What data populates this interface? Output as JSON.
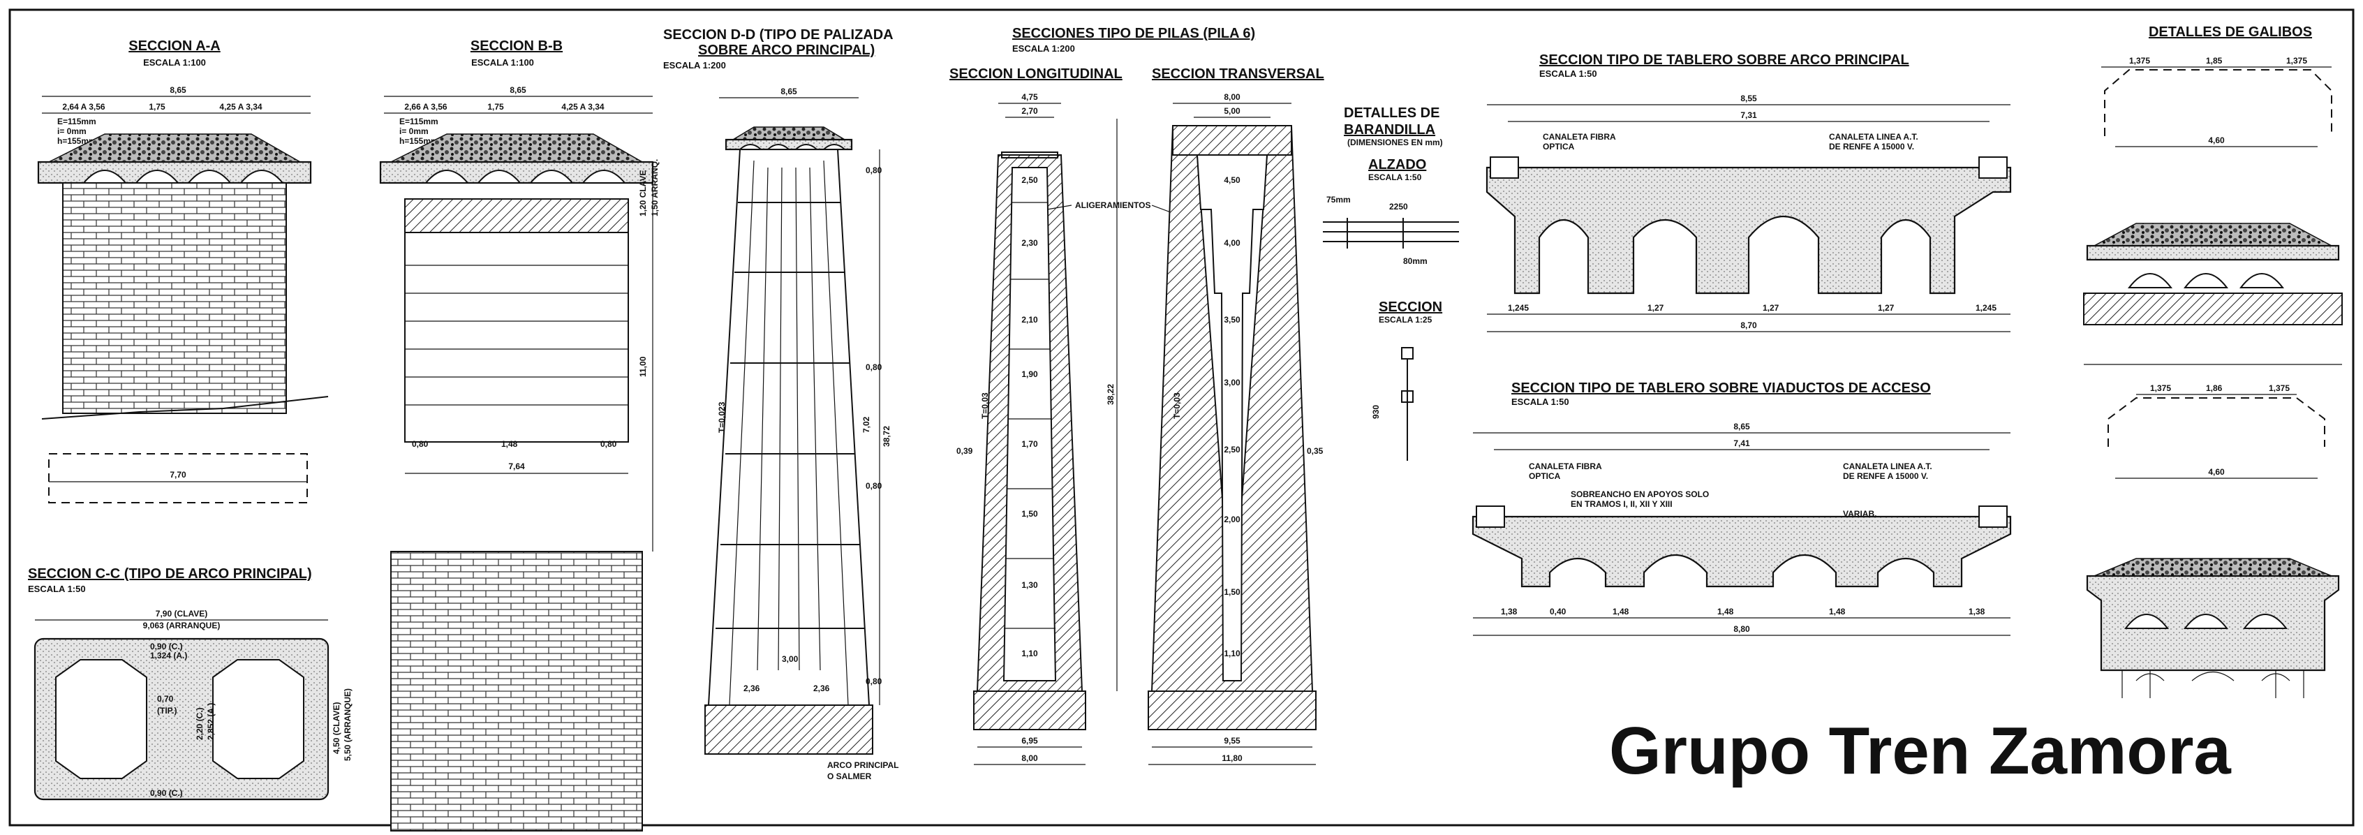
{
  "titles": {
    "sec_aa": "SECCION A-A",
    "sec_aa_scale": "ESCALA 1:100",
    "sec_bb": "SECCION B-B",
    "sec_bb_scale": "ESCALA 1:100",
    "sec_dd_1": "SECCION D-D (TIPO DE PALIZADA",
    "sec_dd_2": "SOBRE ARCO PRINCIPAL)",
    "sec_dd_scale": "ESCALA 1:200",
    "sec_cc": "SECCION C-C (TIPO DE ARCO PRINCIPAL)",
    "sec_cc_scale": "ESCALA 1:50",
    "pilas": "SECCIONES TIPO DE PILAS (PILA 6)",
    "pilas_scale": "ESCALA 1:200",
    "long": "SECCION LONGITUDINAL",
    "trans": "SECCION TRANSVERSAL",
    "baran_1": "DETALLES DE",
    "baran_2": "BARANDILLA",
    "baran_units": "(DIMENSIONES EN mm)",
    "alzado": "ALZADO",
    "alzado_scale": "ESCALA 1:50",
    "seccion": "SECCION",
    "seccion_scale": "ESCALA 1:25",
    "tablero_arco": "SECCION TIPO DE TABLERO SOBRE ARCO PRINCIPAL",
    "tablero_arco_scale": "ESCALA 1:50",
    "tablero_via": "SECCION TIPO DE TABLERO SOBRE VIADUCTOS DE ACCESO",
    "tablero_via_scale": "ESCALA 1:50",
    "galibos": "DETALLES DE GALIBOS"
  },
  "labels": {
    "aligeramientos": "ALIGERAMIENTOS",
    "canaleta_fibra_1": "CANALETA FIBRA",
    "canaleta_fibra_2": "OPTICA",
    "canaleta_linea_1": "CANALETA LINEA A.T.",
    "canaleta_linea_2": "DE RENFE A 15000 V.",
    "varias": "VARIAB.",
    "sobreancho_1": "SOBREANCHO EN APOYOS SOLO",
    "sobreancho_2": "EN TRAMOS I, II, XII Y XIII",
    "arco_principal_1": "ARCO PRINCIPAL",
    "arco_principal_2": "O SALMER",
    "clave": "7,90 (CLAVE)",
    "arranque": "9,063 (ARRANQUE)",
    "clave_arranque_1": "1,20 CLAVE",
    "clave_arranque_2": "1,50 ARRANQ.",
    "e_115": "E=115mm",
    "i_0": "i= 0mm",
    "h_155": "h=155mm",
    "t_0023": "T=0,023",
    "t_003": "T=0,03",
    "mm75": "75mm",
    "mm80": "80mm",
    "tip": "(TIP.)"
  },
  "dims": {
    "d_865": "8,65",
    "d_264": "2,64 A 3,56",
    "d_175": "1,75",
    "d_425": "4,25 A 3,34",
    "d_266": "2,66 A 3,56",
    "d_770": "7,70",
    "d_764": "7,64",
    "d_080": "0,80",
    "d_148": "1,48",
    "d_1100": "11,00",
    "d_475": "4,75",
    "d_270": "2,70",
    "d_800": "8,00",
    "d_500": "5,00",
    "d_695": "6,95",
    "d_955": "9,55",
    "d_1180": "11,80",
    "d_3822": "38,22",
    "d_3872": "38,72",
    "d_702": "7,02",
    "d_250": "2,50",
    "d_230": "2,30",
    "d_210": "2,10",
    "d_190": "1,90",
    "d_170": "1,70",
    "d_150": "1,50",
    "d_130": "1,30",
    "d_110": "1,10",
    "d_450": "4,50",
    "d_400": "4,00",
    "d_350": "3,50",
    "d_300": "3,00",
    "d_200": "2,00",
    "d_236": "2,36",
    "d_855": "8,55",
    "d_731": "7,31",
    "d_870": "8,70",
    "d_1245": "1,245",
    "d_127": "1,27",
    "d_741": "7,41",
    "d_880": "8,80",
    "d_138": "1,38",
    "d_040": "0,40",
    "d_1375": "1,375",
    "d_185": "1,85",
    "d_186": "1,86",
    "d_460": "4,60",
    "d_2250": "2250",
    "d_930": "930",
    "d_035": "0,35",
    "d_039": "0,39",
    "d_070": "0,70",
    "d_220": "2,20 (C.)",
    "d_2852": "2,852 (A.)",
    "d_090": "0,90 (C.)",
    "d_1324": "1,324 (A.)",
    "d_450c": "4,50 (CLAVE)",
    "d_550a": "5,50 (ARRANQUE)"
  },
  "watermark": "Grupo Tren Zamora",
  "colors": {
    "ink": "#111111",
    "paper": "#ffffff"
  }
}
